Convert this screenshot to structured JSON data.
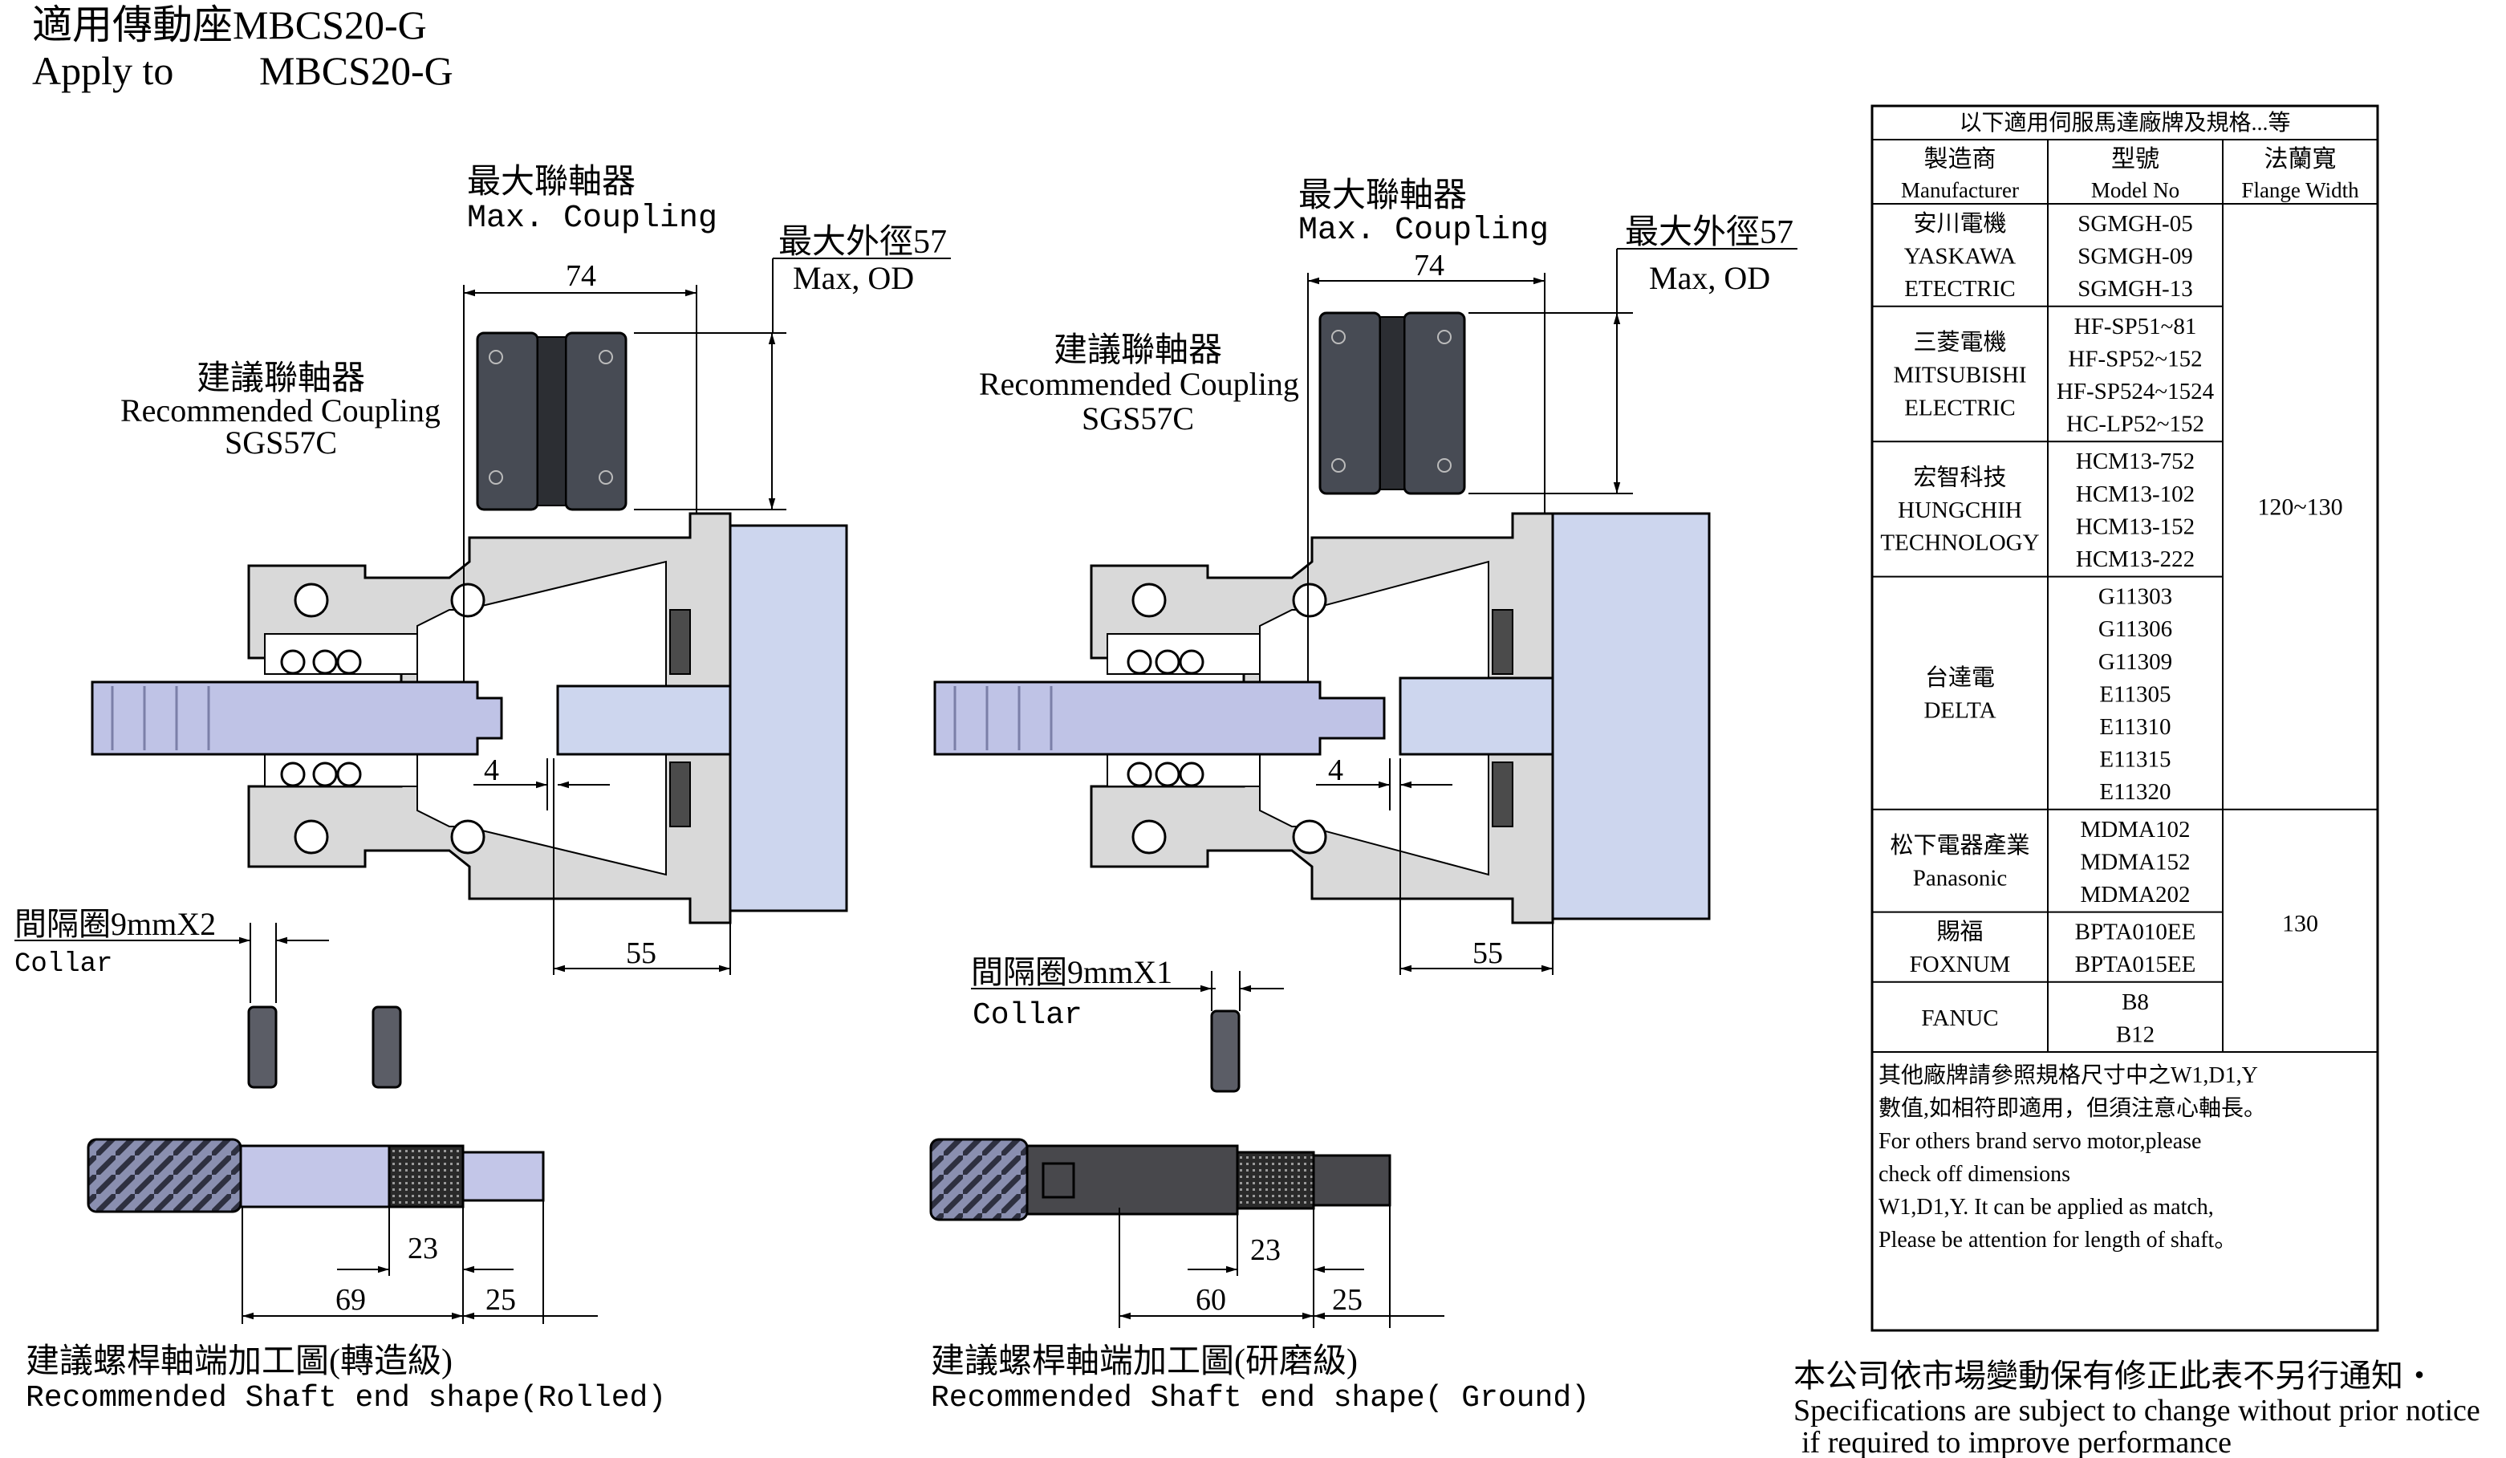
{
  "header": {
    "title_zh": "適用傳動座MBCS20-G",
    "apply_label": "Apply to",
    "model": "MBCS20-G"
  },
  "colors": {
    "housing": "#d9d9d9",
    "motor": "#cdd6ee",
    "coupling": "#474b54",
    "shaft": "#c3c6e8",
    "collar": "#5b5d66"
  },
  "left_view": {
    "max_coupling_zh": "最大聯軸器",
    "max_coupling_en": "Max. Coupling",
    "max_od_zh": "最大外徑57",
    "max_od_en": "Max, OD",
    "rec_coupling_zh": "建議聯軸器",
    "rec_coupling_en": "Recommended Coupling",
    "rec_coupling_model": "SGS57C",
    "dim_74": "74",
    "dim_4": "4",
    "dim_55": "55",
    "collar_zh": "間隔圈9mmX2",
    "collar_en": "Collar",
    "dim_23": "23",
    "dim_69": "69",
    "dim_25": "25",
    "shaft_zh": "建議螺桿軸端加工圖(轉造級)",
    "shaft_en": "Recommended Shaft end shape(Rolled)"
  },
  "right_view": {
    "max_coupling_zh": "最大聯軸器",
    "max_coupling_en": "Max. Coupling",
    "max_od_zh": "最大外徑57",
    "max_od_en": "Max, OD",
    "rec_coupling_zh": "建議聯軸器",
    "rec_coupling_en": "Recommended Coupling",
    "rec_coupling_model": "SGS57C",
    "dim_74": "74",
    "dim_4": "4",
    "dim_55": "55",
    "collar_zh": "間隔圈9mmX1",
    "collar_en": "Collar",
    "dim_23": "23",
    "dim_60": "60",
    "dim_25": "25",
    "shaft_zh": "建議螺桿軸端加工圖(研磨級)",
    "shaft_en": "Recommended Shaft end shape( Ground)"
  },
  "table": {
    "title": "以下適用伺服馬達廠牌及規格...等",
    "headers": [
      {
        "zh": "製造商",
        "en": "Manufacturer"
      },
      {
        "zh": "型號",
        "en": "Model No"
      },
      {
        "zh": "法蘭寬",
        "en": "Flange Width"
      }
    ],
    "rows": [
      {
        "maker": [
          "安川電機",
          "YASKAWA",
          "ETECTRIC"
        ],
        "models": [
          "SGMGH-05",
          "SGMGH-09",
          "SGMGH-13"
        ]
      },
      {
        "maker": [
          "三菱電機",
          "MITSUBISHI",
          "ELECTRIC"
        ],
        "models": [
          "HF-SP51~81",
          "HF-SP52~152",
          "HF-SP524~1524",
          "HC-LP52~152"
        ]
      },
      {
        "maker": [
          "宏智科技",
          "HUNGCHIH",
          "TECHNOLOGY"
        ],
        "models": [
          "HCM13-752",
          "HCM13-102",
          "HCM13-152",
          "HCM13-222"
        ]
      },
      {
        "maker": [
          "台達電",
          "DELTA"
        ],
        "models": [
          "G11303",
          "G11306",
          "G11309",
          "E11305",
          "E11310",
          "E11315",
          "E11320"
        ]
      },
      {
        "maker": [
          "松下電器產業",
          "Panasonic"
        ],
        "models": [
          "MDMA102",
          "MDMA152",
          "MDMA202"
        ]
      },
      {
        "maker": [
          "賜福",
          "FOXNUM"
        ],
        "models": [
          "BPTA010EE",
          "BPTA015EE"
        ]
      },
      {
        "maker": [
          "FANUC"
        ],
        "models": [
          "B8",
          "B12"
        ]
      }
    ],
    "flange_a": "120~130",
    "flange_b": "130",
    "note": [
      "其他廠牌請參照規格尺寸中之W1,D1,Y",
      "數值,如相符即適用，但須注意心軸長。",
      "For others brand servo motor,please",
      "check off dimensions",
      "W1,D1,Y. It can be applied as match,",
      "Please be attention for length of shaft。"
    ]
  },
  "footer": {
    "zh": "本公司依市場變動保有修正此表不另行通知・",
    "en1": "Specifications are subject to change without prior notice",
    "en2": "if required to improve performance"
  }
}
